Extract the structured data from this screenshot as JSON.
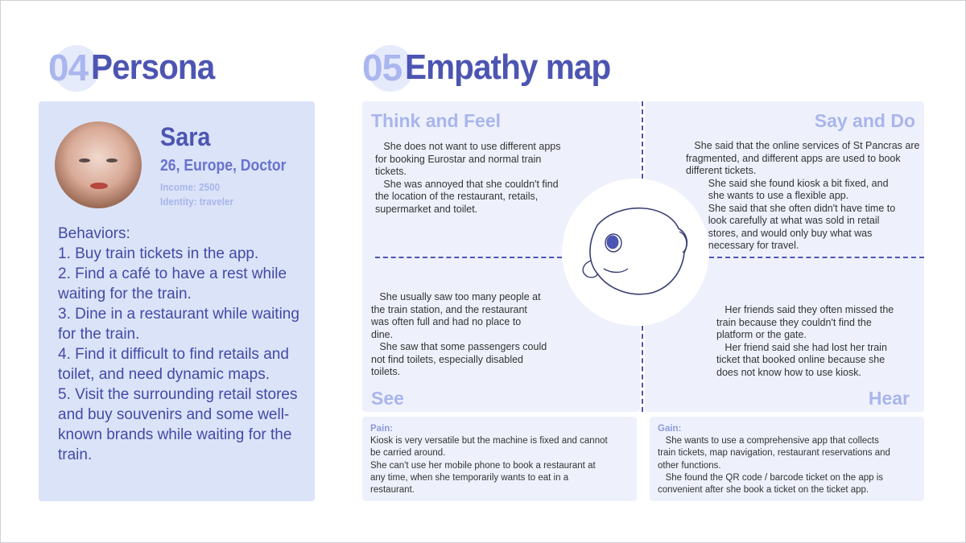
{
  "persona_heading": {
    "number": "04",
    "title": "Persona"
  },
  "empathy_heading": {
    "number": "05",
    "title": "Empathy map"
  },
  "persona": {
    "name": "Sara",
    "subtitle": "26, Europe, Doctor",
    "income": "Income: 2500",
    "identity": "Identity: traveler",
    "behaviors": [
      "Behaviors:",
      "1. Buy train tickets in the app.",
      "2. Find a café to have a rest while waiting for the train.",
      "3. Dine in a restaurant while waiting for the train.",
      "4. Find it difficult to find retails and toilet, and need dynamic maps.",
      "5. Visit the surrounding retail stores and buy souvenirs and some well-known brands while waiting for the train."
    ]
  },
  "empathy": {
    "think_feel": {
      "label": "Think and Feel",
      "lines": [
        "   She does not want to use different apps",
        "for booking Eurostar and normal train",
        "tickets.",
        "   She was annoyed that she couldn't find",
        "the location of the restaurant, retails,",
        "supermarket and toilet."
      ]
    },
    "say_do": {
      "label": "Say and Do",
      "lines": [
        "   She said that the online services of St Pancras are",
        "fragmented, and different apps are used to book",
        "different tickets.",
        "        She said she found kiosk a bit fixed, and",
        "        she wants to use a flexible app.",
        "        She said that she often didn't have time to",
        "        look carefully at what was sold in retail",
        "        stores, and would only buy what was",
        "        necessary for travel."
      ]
    },
    "see": {
      "label": "See",
      "lines": [
        "   She usually saw too many people at",
        "the train station, and the restaurant",
        "was often full and had no place to",
        "dine.",
        "   She saw that some passengers could",
        "not find toilets, especially disabled",
        "toilets."
      ]
    },
    "hear": {
      "label": "Hear",
      "lines": [
        "   Her friends said they often missed the",
        "train because they couldn't find the",
        "platform or the gate.",
        "   Her friend said she had lost her train",
        "ticket that booked online because she",
        "does not know how to use kiosk."
      ]
    }
  },
  "pain": {
    "label": "Pain:",
    "lines": [
      "Kiosk is very versatile but the machine is fixed and cannot",
      "be carried around.",
      "She can't use her mobile phone to book a restaurant at",
      "any time, when she temporarily wants to eat in a",
      "restaurant."
    ]
  },
  "gain": {
    "label": "Gain:",
    "lines": [
      "   She wants to use a comprehensive app that collects",
      "train tickets, map navigation, restaurant reservations and",
      "other functions.",
      "   She found the QR code / barcode ticket on the app is",
      "convenient after she book a ticket on the ticket app."
    ]
  },
  "colors": {
    "primary": "#4d55b2",
    "light": "#a9b5ec",
    "card": "#dbe3f8",
    "quad": "#eef1fc"
  }
}
